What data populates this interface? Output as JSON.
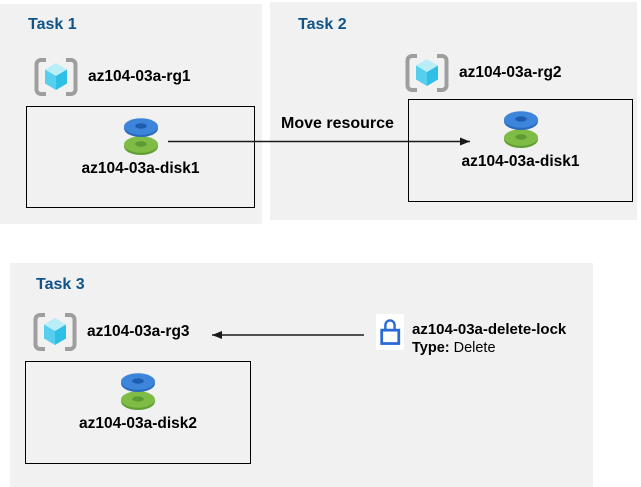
{
  "tasks": [
    {
      "title": "Task 1",
      "resource_group": "az104-03a-rg1",
      "resource": "az104-03a-disk1"
    },
    {
      "title": "Task 2",
      "resource_group": "az104-03a-rg2",
      "resource": "az104-03a-disk1"
    },
    {
      "title": "Task 3",
      "resource_group": "az104-03a-rg3",
      "resource": "az104-03a-disk2"
    }
  ],
  "move_arrow": {
    "label": "Move resource",
    "from": "az104-03a-disk1 in az104-03a-rg1",
    "to": "resource box in az104-03a-rg2",
    "direction": "right"
  },
  "lock": {
    "name": "az104-03a-delete-lock",
    "type_label": "Type:",
    "type_value": "Delete",
    "points_to": "az104-03a-rg3",
    "direction": "left"
  },
  "icons": {
    "resource_group": "resource-group-icon",
    "disk": "managed-disk-icon",
    "lock": "padlock-icon"
  },
  "colors": {
    "panel_bg": "#f1f1f2",
    "title_blue": "#0f5488",
    "label_text": "#000000",
    "arrow": "#1a1a1a",
    "lock_blue": "#2a6ad6",
    "disk_blue_top": "#3c85db",
    "disk_blue_rim": "#2a6bc0",
    "disk_blue_hole": "#1e5cb0",
    "disk_green_top": "#7ebc45",
    "disk_green_rim": "#639e35",
    "disk_green_hole": "#5d9a31",
    "cube_top": "#b9edf8",
    "cube_left": "#56cfee",
    "cube_right": "#2ebfe6",
    "bracket_gray": "#9e9e9e"
  }
}
